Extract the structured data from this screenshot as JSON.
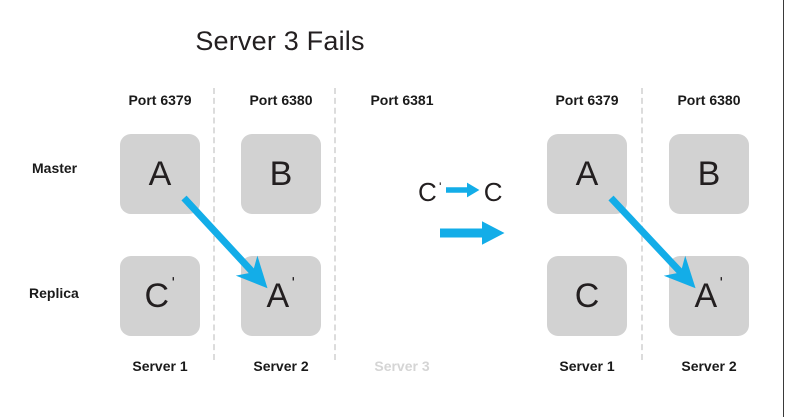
{
  "title": "Server 3 Fails",
  "colors": {
    "arrow": "#13ADE8",
    "node_fill": "#d2d2d2",
    "text": "#231f20",
    "dim_text": "#d5d5d5",
    "divider": "#dcdcdc",
    "background": "#ffffff"
  },
  "row_labels": {
    "master": "Master",
    "replica": "Replica"
  },
  "left_cluster": {
    "columns": [
      {
        "port_label": "Port 6379",
        "server_label": "Server 1",
        "failed": false,
        "master": {
          "base": "A",
          "prime": ""
        },
        "replica": {
          "base": "C",
          "prime": "ˈ"
        }
      },
      {
        "port_label": "Port 6380",
        "server_label": "Server 2",
        "failed": false,
        "master": {
          "base": "B",
          "prime": ""
        },
        "replica": {
          "base": "A",
          "prime": "ˈ"
        }
      },
      {
        "port_label": "Port 6381",
        "server_label": "Server 3",
        "failed": true,
        "master": null,
        "replica": null
      }
    ]
  },
  "legend": {
    "from": {
      "base": "C",
      "prime": "ˈ"
    },
    "to": {
      "base": "C",
      "prime": ""
    },
    "promotion_arrow": "arrow-right-icon",
    "failover_arrow": "arrow-right-icon"
  },
  "right_cluster": {
    "columns": [
      {
        "port_label": "Port 6379",
        "server_label": "Server 1",
        "failed": false,
        "master": {
          "base": "A",
          "prime": ""
        },
        "replica": {
          "base": "C",
          "prime": ""
        }
      },
      {
        "port_label": "Port 6380",
        "server_label": "Server 2",
        "failed": false,
        "master": {
          "base": "B",
          "prime": ""
        },
        "replica": {
          "base": "A",
          "prime": "ˈ"
        }
      }
    ]
  }
}
